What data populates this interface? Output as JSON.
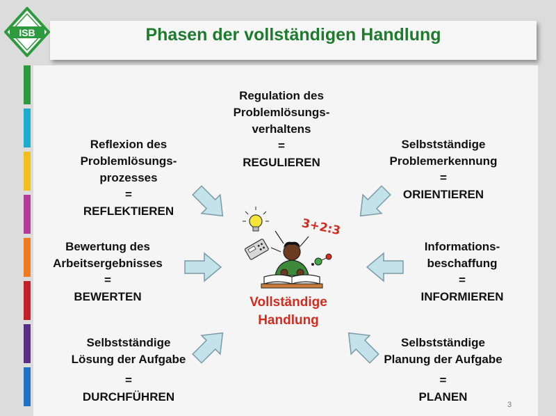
{
  "logo_text": "ISB",
  "title": "Phasen der vollständigen Handlung",
  "stripe_colors": [
    "#2e9a3e",
    "#1aaecc",
    "#f2bf1a",
    "#b43a9a",
    "#ee7a22",
    "#c2212a",
    "#5a2e86",
    "#1f72c4"
  ],
  "phases": {
    "regulieren": {
      "lines": [
        "Regulation des",
        "Problemlösungs-",
        "verhaltens",
        "="
      ],
      "action": "REGULIEREN"
    },
    "reflektieren": {
      "lines": [
        "Reflexion des",
        "Problemlösungs-",
        "prozesses",
        "="
      ],
      "action": "REFLEKTIEREN"
    },
    "orientieren": {
      "lines": [
        "Selbstständige",
        "Problemerkennung",
        "="
      ],
      "action": "ORIENTIEREN"
    },
    "bewerten": {
      "lines": [
        "Bewertung des",
        "Arbeitsergebnisses",
        "="
      ],
      "action": "BEWERTEN"
    },
    "informieren": {
      "lines": [
        "Informations-",
        "beschaffung",
        "="
      ],
      "action": "INFORMIEREN"
    },
    "durchfuehren": {
      "lines": [
        "Selbstständige",
        "Lösung der Aufgabe",
        "",
        "="
      ],
      "action": "DURCHFÜHREN"
    },
    "planen": {
      "lines": [
        "Selbstständige",
        "Planung der Aufgabe",
        "",
        "="
      ],
      "action": "PLANEN"
    }
  },
  "center": {
    "line1": "Vollständige",
    "line2": "Handlung"
  },
  "illustration": {
    "math_text": "3+2:3"
  },
  "page_number": "3",
  "colors": {
    "title_green": "#1e7b2e",
    "center_red": "#d52b1e",
    "arrow_fill": "#c4e2ea",
    "arrow_stroke": "#7a9aa6"
  }
}
